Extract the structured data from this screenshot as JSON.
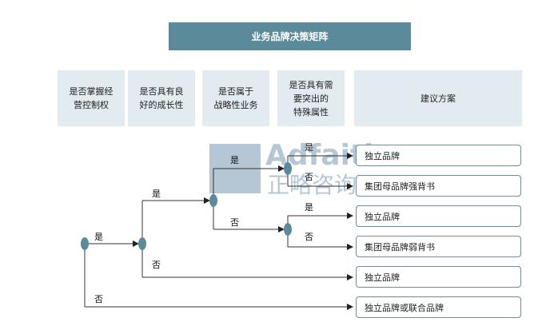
{
  "title": "业务品牌决策矩阵",
  "headers": [
    {
      "line1": "是否掌握经",
      "line2": "营控制权",
      "line3": ""
    },
    {
      "line1": "是否具有良",
      "line2": "好的成长性",
      "line3": ""
    },
    {
      "line1": "是否属于",
      "line2": "战略性业务",
      "line3": ""
    },
    {
      "line1": "是否具有需",
      "line2": "要突出的",
      "line3": "特殊属性"
    },
    {
      "line1": "建议方案",
      "line2": "",
      "line3": ""
    }
  ],
  "results": [
    "独立品牌",
    "集团母品牌强背书",
    "独立品牌",
    "集团母品牌弱背书",
    "独立品牌",
    "独立品牌或联合品牌"
  ],
  "branch_labels": {
    "yes": "是",
    "no": "否"
  },
  "watermark": {
    "text_latin": "Adfaith",
    "text_cn": "正略咨询"
  },
  "colors": {
    "title_bg": "#5b8a9a",
    "header_bg": "#e2ebef",
    "node": "#5b8a9a",
    "box_border": "#6a8ea0"
  }
}
